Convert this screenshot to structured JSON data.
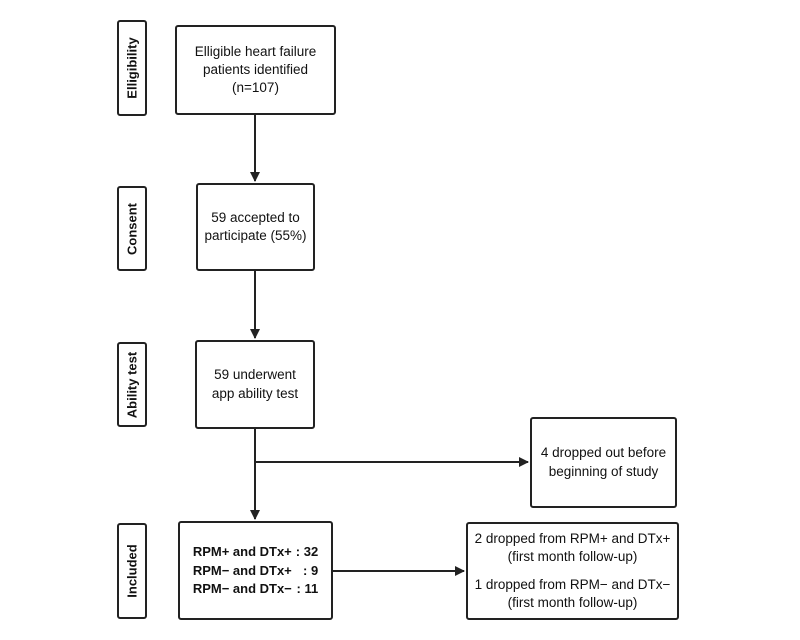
{
  "stages": {
    "eligibility": "Elligibility",
    "consent": "Consent",
    "ability": "Ability test",
    "included": "Included"
  },
  "boxes": {
    "eligible": {
      "line1": "Elligible heart failure",
      "line2": "patients identified",
      "line3": "(n=107)"
    },
    "consent": {
      "line1": "59 accepted to",
      "line2": "participate (55%)"
    },
    "ability": {
      "line1": "59 underwent",
      "line2": "app ability test"
    },
    "dropout_before": {
      "line1": "4 dropped out before",
      "line2": "beginning of study"
    },
    "groups": [
      {
        "label": "RPM+ and DTx+",
        "value": ": 32"
      },
      {
        "label": "RPM− and DTx+",
        "value": ":   9"
      },
      {
        "label": "RPM− and DTx−",
        "value": ": 11"
      }
    ],
    "dropped_followup": {
      "a1": "2 dropped from RPM+ and DTx+",
      "a2": "(first month follow-up)",
      "b1": "1 dropped from RPM− and DTx−",
      "b2": "(first month follow-up)"
    }
  }
}
